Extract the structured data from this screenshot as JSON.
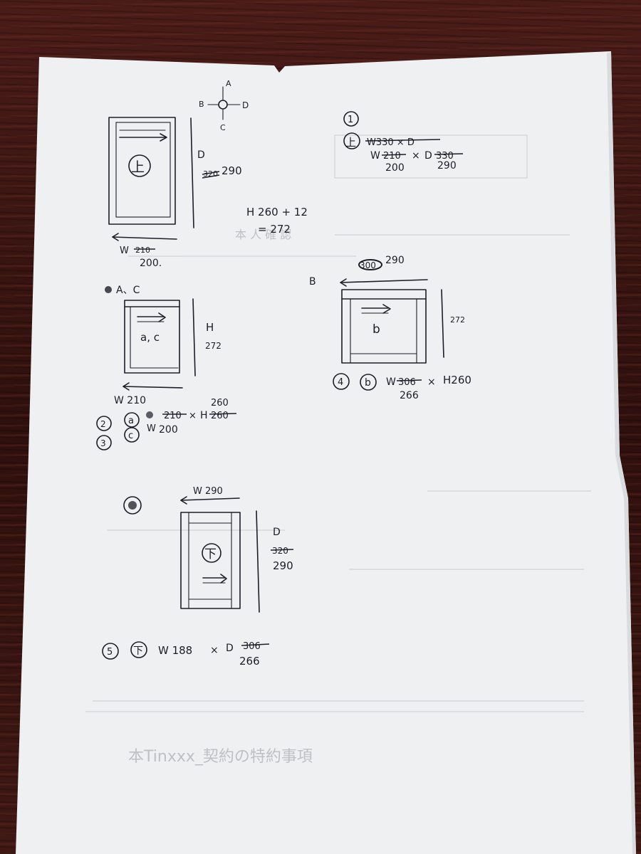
{
  "compass": {
    "top": "A",
    "left": "B",
    "right": "D",
    "bottom": "C"
  },
  "top_drawing": {
    "kanji": "上",
    "depth_label": "D",
    "depth_old": "320",
    "depth_new": "290",
    "width_label": "W",
    "width_old": "210",
    "width_new": "200."
  },
  "height_calc": {
    "line1": "H 260 + 12",
    "line2": "= 272"
  },
  "part1": {
    "index": "1",
    "mark": "上",
    "old": "W330 × D",
    "width_label": "W",
    "width_old": "210",
    "times": "×",
    "depth_label": "D",
    "depth_old": "330",
    "width_new": "200",
    "depth_new": "290"
  },
  "ac_drawing": {
    "header": "A、C",
    "inner": "a, c",
    "h_label": "H",
    "h_value": "272",
    "w_label": "W 210"
  },
  "part23": {
    "idx2": "2",
    "idx3": "3",
    "mark_a": "a",
    "mark_c": "c",
    "old_w": "210",
    "times": "×",
    "h_label": "H",
    "h_old": "260",
    "h_new": "260",
    "w_label": "W",
    "w_new": "200"
  },
  "b_drawing": {
    "header": "B",
    "top_old": "300",
    "top_new": "290",
    "inner": "b",
    "side": "272"
  },
  "part4": {
    "index": "4",
    "mark": "b",
    "w_label": "W",
    "w_old": "306",
    "times": "×",
    "h": "H260",
    "w_new": "266"
  },
  "bottom_drawing": {
    "top_label": "W 290",
    "kanji": "下",
    "depth_label": "D",
    "depth_old": "320",
    "depth_new": "290"
  },
  "part5": {
    "index": "5",
    "mark": "下",
    "w": "W 188",
    "times": "×",
    "d_label": "D",
    "d_old": "306",
    "d_new": "266"
  },
  "bleed_through": {
    "heading": "本 人 確 認",
    "footer": "本Tinxxx_契約の特約事項"
  }
}
